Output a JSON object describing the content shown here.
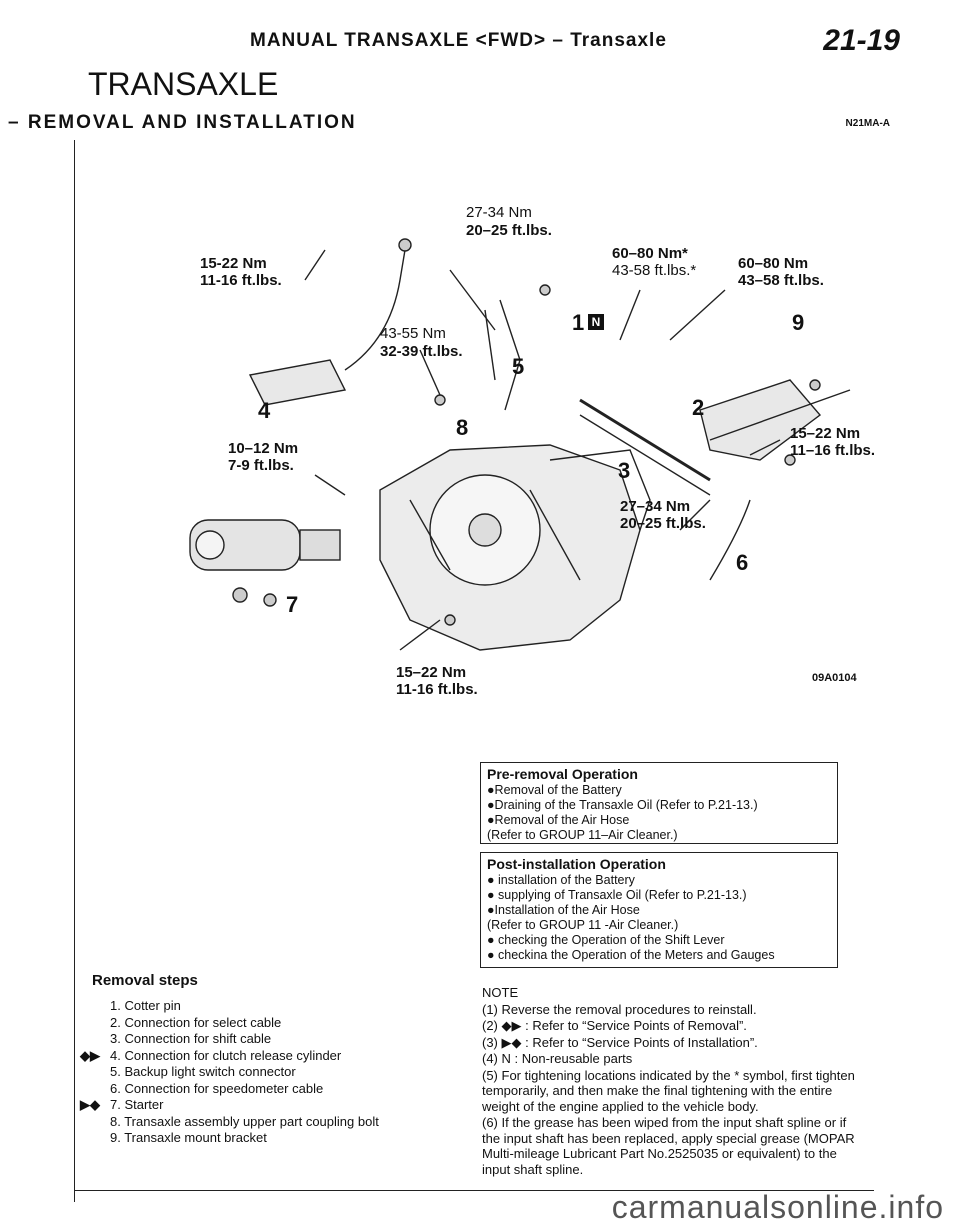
{
  "header": {
    "title": "MANUAL TRANSAXLE <FWD> – Transaxle",
    "page_number": "21-19"
  },
  "section_title": "TRANSAXLE",
  "subsection_title": "– REMOVAL AND INSTALLATION",
  "section_code": "N21MA-A",
  "diagram": {
    "code": "09A0104",
    "torque_labels": {
      "t1a": "15-22 Nm",
      "t1b": "11-16 ft.lbs.",
      "t2a": "27-34 Nm",
      "t2b": "20–25 ft.lbs.",
      "t3a": "60–80 Nm*",
      "t3b": "43-58 ft.lbs.*",
      "t4a": "60–80 Nm",
      "t4b": "43–58 ft.lbs.",
      "t5a": "43-55 Nm",
      "t5b": "32-39 ft.lbs.",
      "t6a": "10–12 Nm",
      "t6b": "7-9 ft.lbs.",
      "t7a": "15–22 Nm",
      "t7b": "11–16 ft.lbs.",
      "t8a": "27–34 Nm",
      "t8b": "20–25 ft.lbs.",
      "t9a": "15–22 Nm",
      "t9b": "11-16 ft.lbs."
    },
    "callouts": [
      "1",
      "2",
      "3",
      "4",
      "5",
      "6",
      "7",
      "8",
      "9"
    ],
    "n_badge": "N"
  },
  "pre_removal": {
    "title": "Pre-removal Operation",
    "lines": [
      "●Removal of the Battery",
      "●Draining of the Transaxle Oil (Refer to P.21-13.)",
      "●Removal of the Air Hose",
      "(Refer to GROUP 11–Air Cleaner.)"
    ]
  },
  "post_installation": {
    "title": "Post-installation Operation",
    "lines": [
      "● installation of the Battery",
      "● supplying of Transaxle Oil (Refer to P.21-13.)",
      "●Installation of the Air Hose",
      "(Refer to GROUP 11 -Air Cleaner.)",
      "● checking the Operation of the Shift Lever",
      "● checkina the Operation of the Meters and Gauges"
    ]
  },
  "removal_steps": {
    "title": "Removal steps",
    "items": [
      {
        "mark": "",
        "text": "1. Cotter pin"
      },
      {
        "mark": "",
        "text": "2. Connection for select cable"
      },
      {
        "mark": "",
        "text": "3. Connection for shift cable"
      },
      {
        "mark": "◆▶",
        "text": "4. Connection for clutch release cylinder"
      },
      {
        "mark": "",
        "text": "5. Backup light switch connector"
      },
      {
        "mark": "",
        "text": "6. Connection for speedometer cable"
      },
      {
        "mark": "▶◆",
        "text": "7. Starter"
      },
      {
        "mark": "",
        "text": "8. Transaxle assembly upper part coupling bolt"
      },
      {
        "mark": "",
        "text": "9. Transaxle mount bracket"
      }
    ]
  },
  "notes": {
    "title": "NOTE",
    "items": [
      "(1) Reverse the removal procedures to reinstall.",
      "(2) ◆▶ : Refer to “Service Points of Removal”.",
      "(3) ▶◆ : Refer to “Service Points of Installation”.",
      "(4) N : Non-reusable parts",
      "(5) For tightening locations indicated by the * symbol, first tighten temporarily, and then make the final tightening with the entire weight of the engine applied to the vehicle body.",
      "(6) If the grease has been wiped from the input shaft spline or if the input shaft has been replaced, apply special grease (MOPAR Multi-mileage Lubricant Part No.2525035 or equivalent) to the input shaft spline."
    ]
  },
  "watermark": "carmanualsonline.info"
}
